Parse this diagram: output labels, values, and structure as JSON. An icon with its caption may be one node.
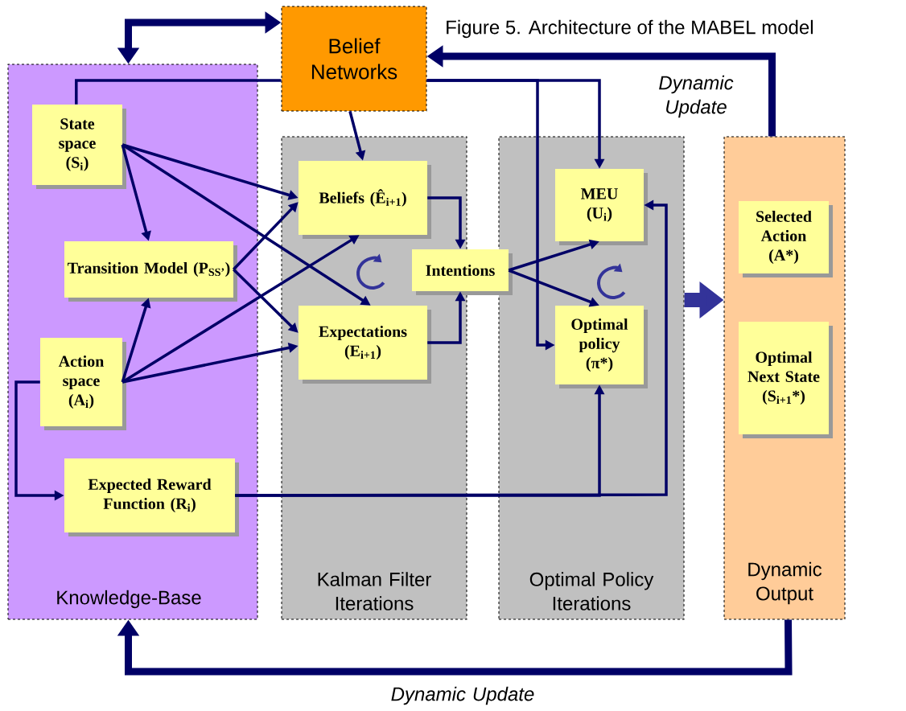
{
  "diagram": {
    "title": "Figure 5. Architecture of the MABEL model",
    "nodes": [
      {
        "text": [
          "Belief Networks"
        ]
      },
      {
        "text": [
          "Knowledge-Base"
        ]
      },
      {
        "text": [
          "Kalman Filter Iterations"
        ]
      },
      {
        "text": [
          "Optimal Policy Iterations"
        ]
      },
      {
        "text": [
          "Dynamic Output"
        ]
      },
      {
        "text": [
          "State space (S$_{i}$)"
        ],
        "in": 1
      },
      {
        "text": [
          "Transition Model (P$_{SS’}$)"
        ],
        "in": 1
      },
      {
        "text": [
          "Action space (A$_{i}$)"
        ],
        "in": 1
      },
      {
        "text": [
          "Expected Reward Function (R$_{i}$)"
        ],
        "in": 1
      },
      {
        "text": [
          "Beliefs (Ê$_{i+1}$)"
        ],
        "in": 2
      },
      {
        "text": [
          "Expectations (E$_{i+1}$)"
        ],
        "in": 2
      },
      {
        "text": [
          "Intentions"
        ]
      },
      {
        "text": [
          "MEU (U$_{i}$)"
        ],
        "in": 3
      },
      {
        "text": [
          "Optimal policy (π*)"
        ],
        "in": 3
      },
      {
        "text": [
          "Selected Action (A*)"
        ],
        "in": 4
      },
      {
        "text": [
          "Optimal Next State (S$_{i+1}$*)"
        ],
        "in": 4
      }
    ],
    "edges": [
      {
        "from": 1,
        "to": 0,
        "arrow": "both",
        "style": "thick"
      },
      {
        "from": 4,
        "to": 0,
        "arrow": "to",
        "style": "thick",
        "label": "Dynamic Update"
      },
      {
        "from": 4,
        "to": 1,
        "arrow": "to",
        "style": "thick",
        "label": "Dynamic Update"
      },
      {
        "from": 5,
        "to": 0,
        "arrow": "none"
      },
      {
        "from": 0,
        "to": 12,
        "arrow": "to"
      },
      {
        "from": 0,
        "to": 13,
        "arrow": "to"
      },
      {
        "from": 0,
        "to": 9,
        "arrow": "to"
      },
      {
        "from": 5,
        "to": 9,
        "arrow": "to"
      },
      {
        "from": 5,
        "to": 6,
        "arrow": "to"
      },
      {
        "from": 5,
        "to": 10,
        "arrow": "to"
      },
      {
        "from": 6,
        "to": 9,
        "arrow": "to"
      },
      {
        "from": 6,
        "to": 10,
        "arrow": "to"
      },
      {
        "from": 7,
        "to": 6,
        "arrow": "to"
      },
      {
        "from": 7,
        "to": 9,
        "arrow": "to"
      },
      {
        "from": 7,
        "to": 10,
        "arrow": "to"
      },
      {
        "from": 7,
        "to": 8,
        "arrow": "to"
      },
      {
        "from": 9,
        "to": 11,
        "arrow": "to"
      },
      {
        "from": 10,
        "to": 11,
        "arrow": "to"
      },
      {
        "from": 11,
        "to": 12,
        "arrow": "to"
      },
      {
        "from": 11,
        "to": 13,
        "arrow": "to"
      },
      {
        "from": 8,
        "to": 13,
        "arrow": "to"
      },
      {
        "from": 8,
        "to": 12,
        "arrow": "to"
      },
      {
        "from": 3,
        "to": 4,
        "arrow": "to",
        "style": "thick",
        "color": "#333399"
      }
    ]
  }
}
